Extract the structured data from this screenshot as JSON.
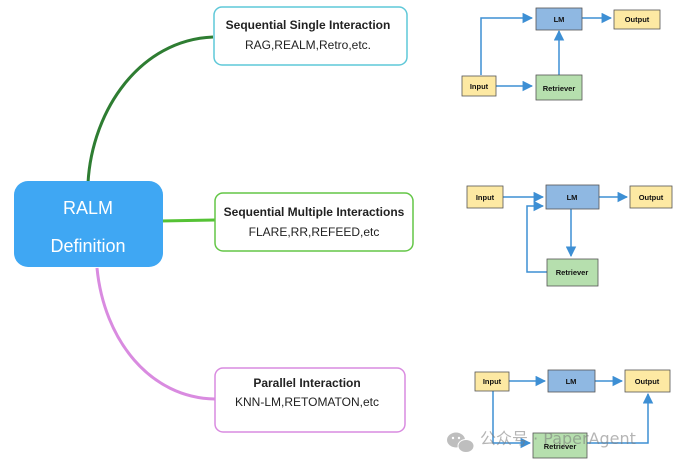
{
  "root": {
    "line1": "RALM",
    "line2": "Definition",
    "fill": "#3fa7f3"
  },
  "branches": [
    {
      "title": "Sequential Single Interaction",
      "examples": "RAG,REALM,Retro,etc.",
      "color": "#2e7d32",
      "diagram": {
        "input": "Input",
        "lm": "LM",
        "output": "Output",
        "retriever": "Retriever"
      }
    },
    {
      "title": "Sequential Multiple Interactions",
      "examples": "FLARE,RR,REFEED,etc",
      "color": "#55c235",
      "diagram": {
        "input": "Input",
        "lm": "LM",
        "output": "Output",
        "retriever": "Retriever"
      }
    },
    {
      "title": "Parallel Interaction",
      "examples": "KNN-LM,RETOMATON,etc",
      "color": "#d98be0",
      "diagram": {
        "input": "Input",
        "lm": "LM",
        "output": "Output",
        "retriever": "Retriever"
      }
    }
  ],
  "colors": {
    "box_yellow": "#fde9a3",
    "box_blue": "#8fb8e2",
    "box_green": "#b6dfae",
    "arrow": "#3d8fd4",
    "box_border": "#555555"
  },
  "watermark": "公众号 · PaperAgent"
}
